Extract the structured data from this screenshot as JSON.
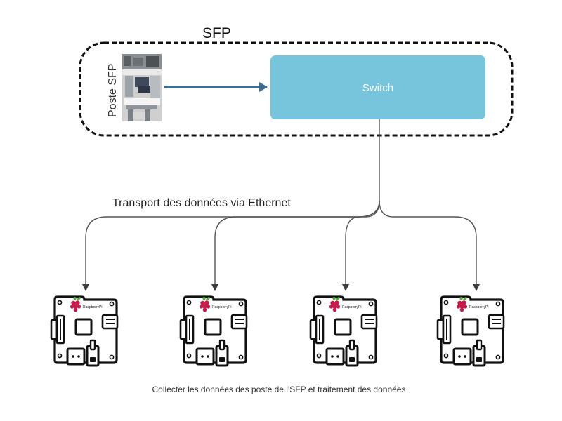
{
  "group": {
    "title": "SFP"
  },
  "poste": {
    "label": "Poste SFP"
  },
  "switch": {
    "label": "Switch",
    "fill": "#76c5dd"
  },
  "transport": {
    "label": "Transport des données via Ethernet"
  },
  "caption": {
    "text": "Collecter les données des poste de l'SFP et traitement des données"
  },
  "devices": [
    {
      "name": "raspberry-pi-1",
      "brand": "RaspberryPi"
    },
    {
      "name": "raspberry-pi-2",
      "brand": "RaspberryPi"
    },
    {
      "name": "raspberry-pi-3",
      "brand": "RaspberryPi"
    },
    {
      "name": "raspberry-pi-4",
      "brand": "RaspberryPi"
    }
  ],
  "colors": {
    "arrow": "#3d6e8e",
    "connector": "#555555",
    "board": "#111111",
    "raspberry": "#c51a4a",
    "leaf": "#5aa83a"
  }
}
